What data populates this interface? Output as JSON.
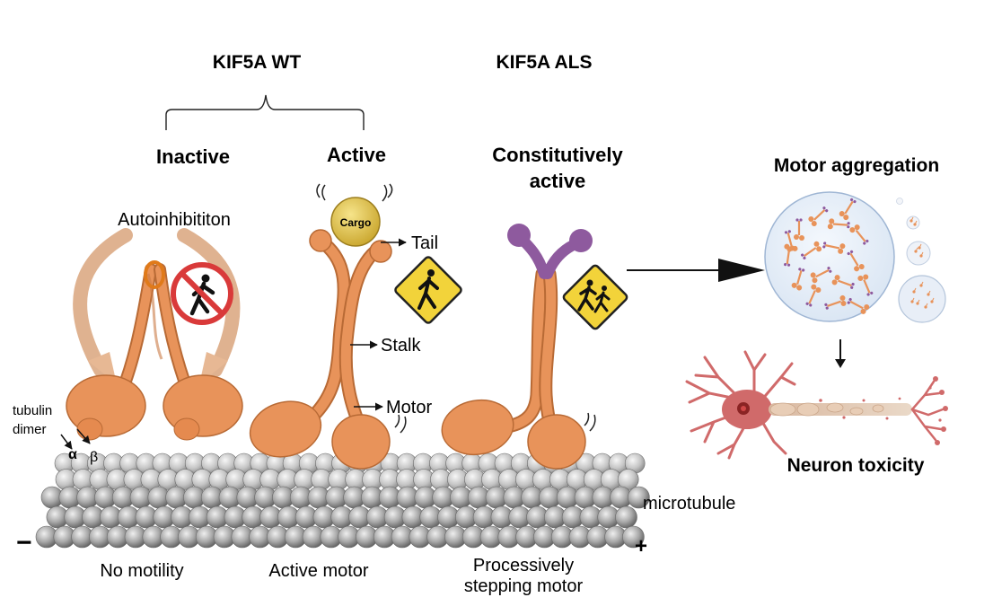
{
  "headers": {
    "wt": "KIF5A WT",
    "als": "KIF5A ALS"
  },
  "states": {
    "inactive": "Inactive",
    "active": "Active",
    "constitutive_line1": "Constitutively",
    "constitutive_line2": "active"
  },
  "labels": {
    "autoinhibition": "Autoinhibititon",
    "cargo": "Cargo",
    "tail": "Tail",
    "stalk": "Stalk",
    "motor": "Motor",
    "tubulin_line1": "tubulin",
    "tubulin_line2": "dimer",
    "alpha": "α",
    "beta": "β",
    "microtubule": "microtubule",
    "minus": "−",
    "plus": "+"
  },
  "bottom": {
    "no_motility": "No motility",
    "active_motor": "Active motor",
    "processive_line1": "Processively",
    "processive_line2": "stepping motor"
  },
  "right": {
    "aggregation": "Motor aggregation",
    "toxicity": "Neuron toxicity"
  },
  "icons": {
    "no_walking": "no-pedestrian-sign-icon",
    "walking": "pedestrian-sign-icon",
    "running": "running-sign-icon",
    "neuron": "neuron-icon"
  },
  "colors": {
    "motor_orange": "#E8935A",
    "motor_dark": "#B86A35",
    "tail_purple": "#8E5A9E",
    "cargo_gold": "#E2C24A",
    "sign_yellow": "#F2D33A",
    "prohibit_red": "#D93A3A",
    "neuron_red": "#D06A6A",
    "tubulin_gray": "#9A9A9A"
  }
}
